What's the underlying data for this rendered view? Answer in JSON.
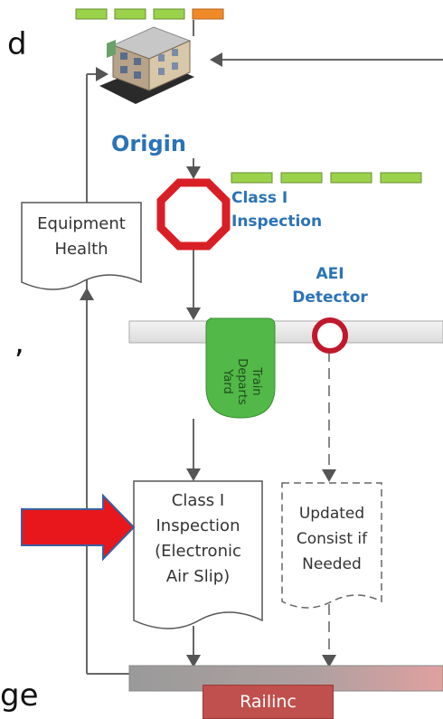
{
  "cutoff_text": {
    "top": "d",
    "middle": ",",
    "bottom": "ge"
  },
  "labels": {
    "origin": "Origin",
    "class1_inspection_line1": "Class I",
    "class1_inspection_line2": "Inspection",
    "aei_line1": "AEI",
    "aei_line2": "Detector",
    "train_departs": "Train Departs Yard",
    "equipment_health_line1": "Equipment",
    "equipment_health_line2": "Health",
    "class1_doc_line1": "Class I",
    "class1_doc_line2": "Inspection",
    "class1_doc_line3": "(Electronic",
    "class1_doc_line4": "Air Slip)",
    "consist_line1": "Updated",
    "consist_line2": "Consist if",
    "consist_line3": "Needed",
    "railinc": "Railinc"
  },
  "colors": {
    "railcar_green": "#9bd24b",
    "railcar_orange": "#f08a28",
    "stop_red": "#d91f26",
    "label_blue": "#2b73b7",
    "train_green": "#52b848",
    "railinc_red": "#c0504d",
    "arrow_red": "#e8171c"
  }
}
